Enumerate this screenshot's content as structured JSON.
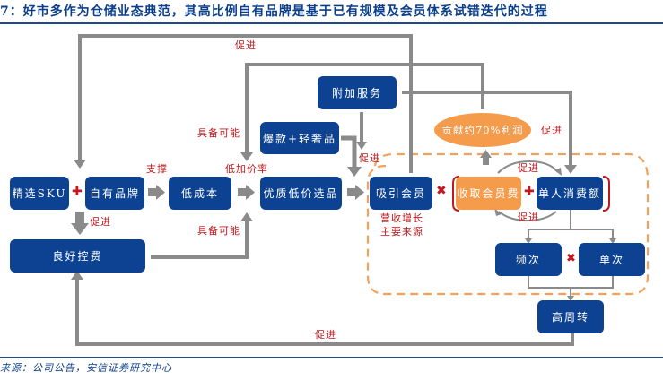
{
  "title": "7：好市多作为仓储业态典范，其高比例自有品牌是基于已有规模及会员体系试错迭代的过程",
  "source": "来源：公司公告，安信证券研究中心",
  "nodes": {
    "select_sku": "精选SKU",
    "private_brand": "自有品牌",
    "low_cost": "低成本",
    "cost_control": "良好控费",
    "quality_low_price": "优质低价选品",
    "hot_luxury": "爆款+轻奢品",
    "value_added": "附加服务",
    "attract_members": "吸引会员",
    "membership_fee": "收取会员费",
    "per_spend": "单人消费额",
    "frequency": "频次",
    "per_ticket": "单次",
    "high_turnover": "高周转",
    "profit_contribution": "贡献约70%利润"
  },
  "labels": {
    "promote_top": "促进",
    "support": "支撑",
    "promote_left": "促进",
    "possible_top": "具备可能",
    "low_markup": "低加价率",
    "possible_bottom": "具备可能",
    "promote_mid": "促进",
    "revenue_source_line1": "营收增长",
    "revenue_source_line2": "主要来源",
    "promote_right": "促进",
    "promote_cycle_top": "促进",
    "promote_cycle_bottom": "促进",
    "promote_bottom": "促进"
  },
  "symbols": {
    "plus": "✚",
    "times": "✖"
  },
  "colors": {
    "node_blue": "#0c4291",
    "node_orange": "#f59b4c",
    "label_red": "#c0171c",
    "arrow_gray": "#8a8a8a",
    "title_blue": "#0b3f8c",
    "dashed_orange": "#f2a15a"
  }
}
